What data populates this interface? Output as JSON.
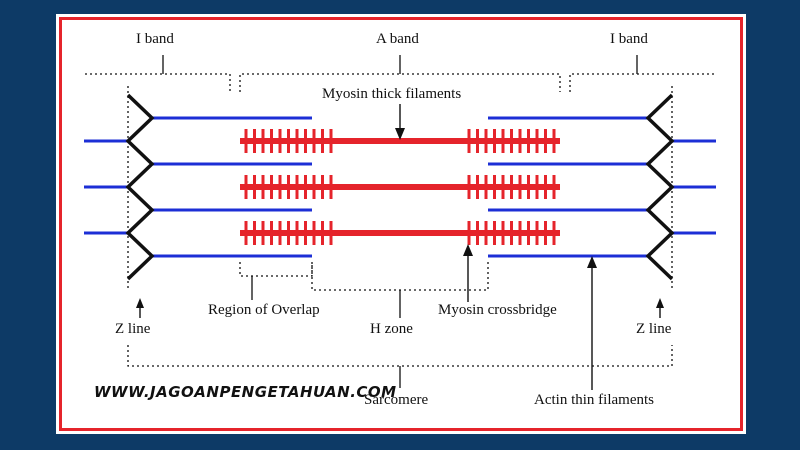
{
  "labels": {
    "i_band_left": "I band",
    "a_band": "A band",
    "i_band_right": "I band",
    "myosin_thick": "Myosin thick filaments",
    "region_overlap": "Region of Overlap",
    "myosin_crossbridge": "Myosin crossbridge",
    "h_zone": "H zone",
    "z_line_left": "Z line",
    "z_line_right": "Z line",
    "sarcomere": "Sarcomere",
    "actin_thin": "Actin thin filaments"
  },
  "watermark": "WWW.JAGOANPENGETAHUAN.COM",
  "colors": {
    "background": "#0d3a66",
    "frame_border": "#e5242b",
    "myosin": "#e5242b",
    "actin": "#1c2fd6",
    "z_line": "#111111"
  }
}
